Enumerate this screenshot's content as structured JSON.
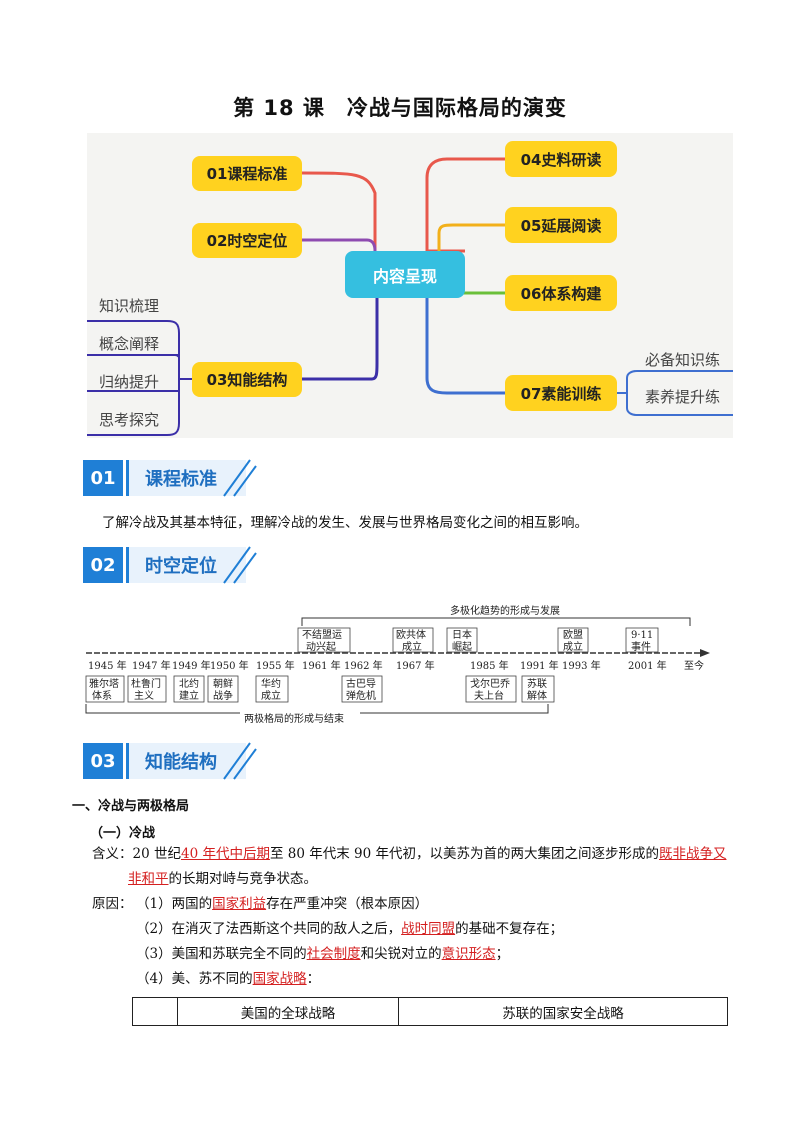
{
  "title": "第 18 课　冷战与国际格局的演变",
  "mindmap": {
    "center": "内容呈现",
    "left_nodes": [
      "01课程标准",
      "02时空定位",
      "03知能结构"
    ],
    "right_nodes": [
      "04史料研读",
      "05延展阅读",
      "06体系构建",
      "07素能训练"
    ],
    "left_leaves": [
      "知识梳理",
      "概念阐释",
      "归纳提升",
      "思考探究"
    ],
    "right_leaves": [
      "必备知识练",
      "素养提升练"
    ],
    "colors": {
      "node": "#ffd21f",
      "center": "#35bfe0"
    }
  },
  "sections": [
    {
      "num": "01",
      "label": "课程标准"
    },
    {
      "num": "02",
      "label": "时空定位"
    },
    {
      "num": "03",
      "label": "知能结构"
    }
  ],
  "standard_text": "了解冷战及其基本特征，理解冷战的发生、发展与世界格局变化之间的相互影响。",
  "timeline": {
    "top_bracket": "多极化趋势的形成与发展",
    "bottom_bracket": "两极格局的形成与结束",
    "years": [
      "1945 年",
      "1947 年",
      "1949 年",
      "1950 年",
      "1955 年",
      "1961 年",
      "1962 年",
      "1967 年",
      "1985 年",
      "1991 年",
      "1993 年",
      "2001 年",
      "至今"
    ],
    "above_events": [
      {
        "l1": "不结盟运",
        "l2": "动兴起"
      },
      {
        "l1": "欧共体",
        "l2": "成立"
      },
      {
        "l1": "日本",
        "l2": "崛起"
      },
      {
        "l1": "欧盟",
        "l2": "成立"
      },
      {
        "l1": "9·11",
        "l2": "事件"
      }
    ],
    "below_events": [
      {
        "l1": "雅尔塔",
        "l2": "体系"
      },
      {
        "l1": "杜鲁门",
        "l2": "主义"
      },
      {
        "l1": "北约",
        "l2": "建立"
      },
      {
        "l1": "朝鲜",
        "l2": "战争"
      },
      {
        "l1": "华约",
        "l2": "成立"
      },
      {
        "l1": "古巴导",
        "l2": "弹危机"
      },
      {
        "l1": "戈尔巴乔",
        "l2": "夫上台"
      },
      {
        "l1": "苏联",
        "l2": "解体"
      }
    ]
  },
  "heading1": "一、冷战与两极格局",
  "heading2": "（一）冷战",
  "meaning": {
    "label": "含义：",
    "p1": "20 世纪",
    "r1": "40 年代中后期",
    "p2": "至 80 年代末 90 年代初，以美苏为首的两大集团之间逐步形成的",
    "r2a": "既非战争又",
    "r2b": "非和平",
    "p3": "的长期对峙与竞争状态。"
  },
  "causes": {
    "label": "原因：",
    "c1": {
      "pre": "（1）两国的",
      "red": "国家利益",
      "post": "存在严重冲突（根本原因）"
    },
    "c2": {
      "pre": "（2）在消灭了法西斯这个共同的敌人之后，",
      "red": "战时同盟",
      "post": "的基础不复存在；"
    },
    "c3": {
      "pre": "（3）美国和苏联完全不同的",
      "red": "社会制度",
      "mid": "和尖锐对立的",
      "red2": "意识形态",
      "post": "；"
    },
    "c4": {
      "pre": "（4）美、苏不同的",
      "red": "国家战略",
      "post": "："
    }
  },
  "table": {
    "col1": "",
    "col2": "美国的全球战略",
    "col3": "苏联的国家安全战略"
  }
}
